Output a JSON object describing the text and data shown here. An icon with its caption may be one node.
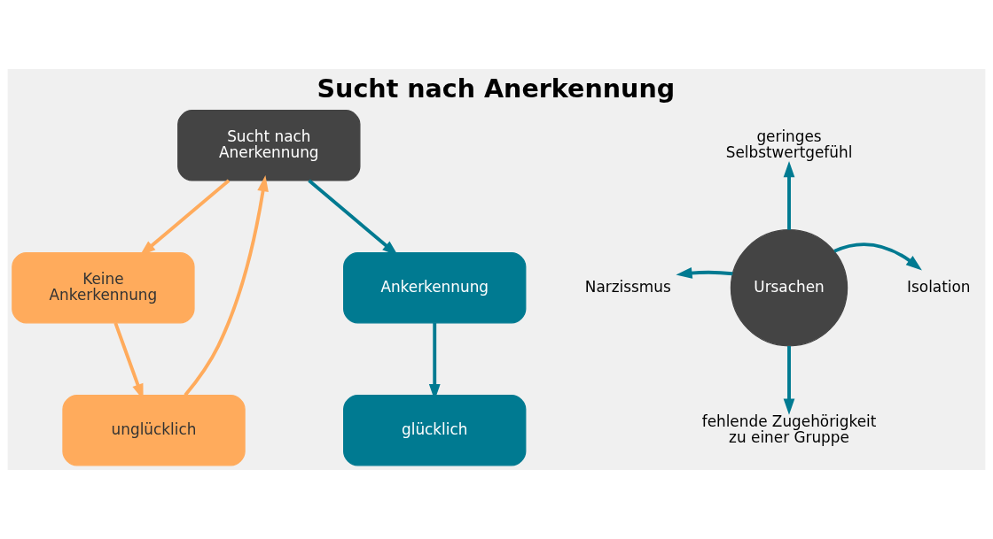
{
  "diagram": {
    "title": "Sucht nach Anerkennung",
    "nodes": [
      {
        "text": [
          "Sucht nach Anerkennung"
        ]
      },
      {
        "text": [
          "Keine Ankerkennung"
        ]
      },
      {
        "text": [
          "unglücklich"
        ]
      },
      {
        "text": [
          "Ankerkennung"
        ]
      },
      {
        "text": [
          "glücklich"
        ]
      },
      {
        "text": [
          "Ursachen"
        ]
      },
      {
        "text": [
          "geringes Selbstwertgefühl"
        ]
      },
      {
        "text": [
          "Narzissmus"
        ]
      },
      {
        "text": [
          "Isolation"
        ]
      },
      {
        "text": [
          "fehlende Zugehörigkeit zu einer Gruppe"
        ]
      }
    ],
    "edges": [
      {
        "from": 0,
        "to": 1,
        "arrow": "to",
        "color": "#ffab5c"
      },
      {
        "from": 1,
        "to": 2,
        "arrow": "to",
        "color": "#ffab5c"
      },
      {
        "from": 2,
        "to": 0,
        "arrow": "to",
        "color": "#ffab5c"
      },
      {
        "from": 0,
        "to": 3,
        "arrow": "to"
      },
      {
        "from": 3,
        "to": 4,
        "arrow": "to"
      },
      {
        "from": 5,
        "to": 6,
        "arrow": "to"
      },
      {
        "from": 5,
        "to": 7,
        "arrow": "to"
      },
      {
        "from": 5,
        "to": 8,
        "arrow": "to"
      },
      {
        "from": 5,
        "to": 9,
        "arrow": "to"
      }
    ]
  }
}
